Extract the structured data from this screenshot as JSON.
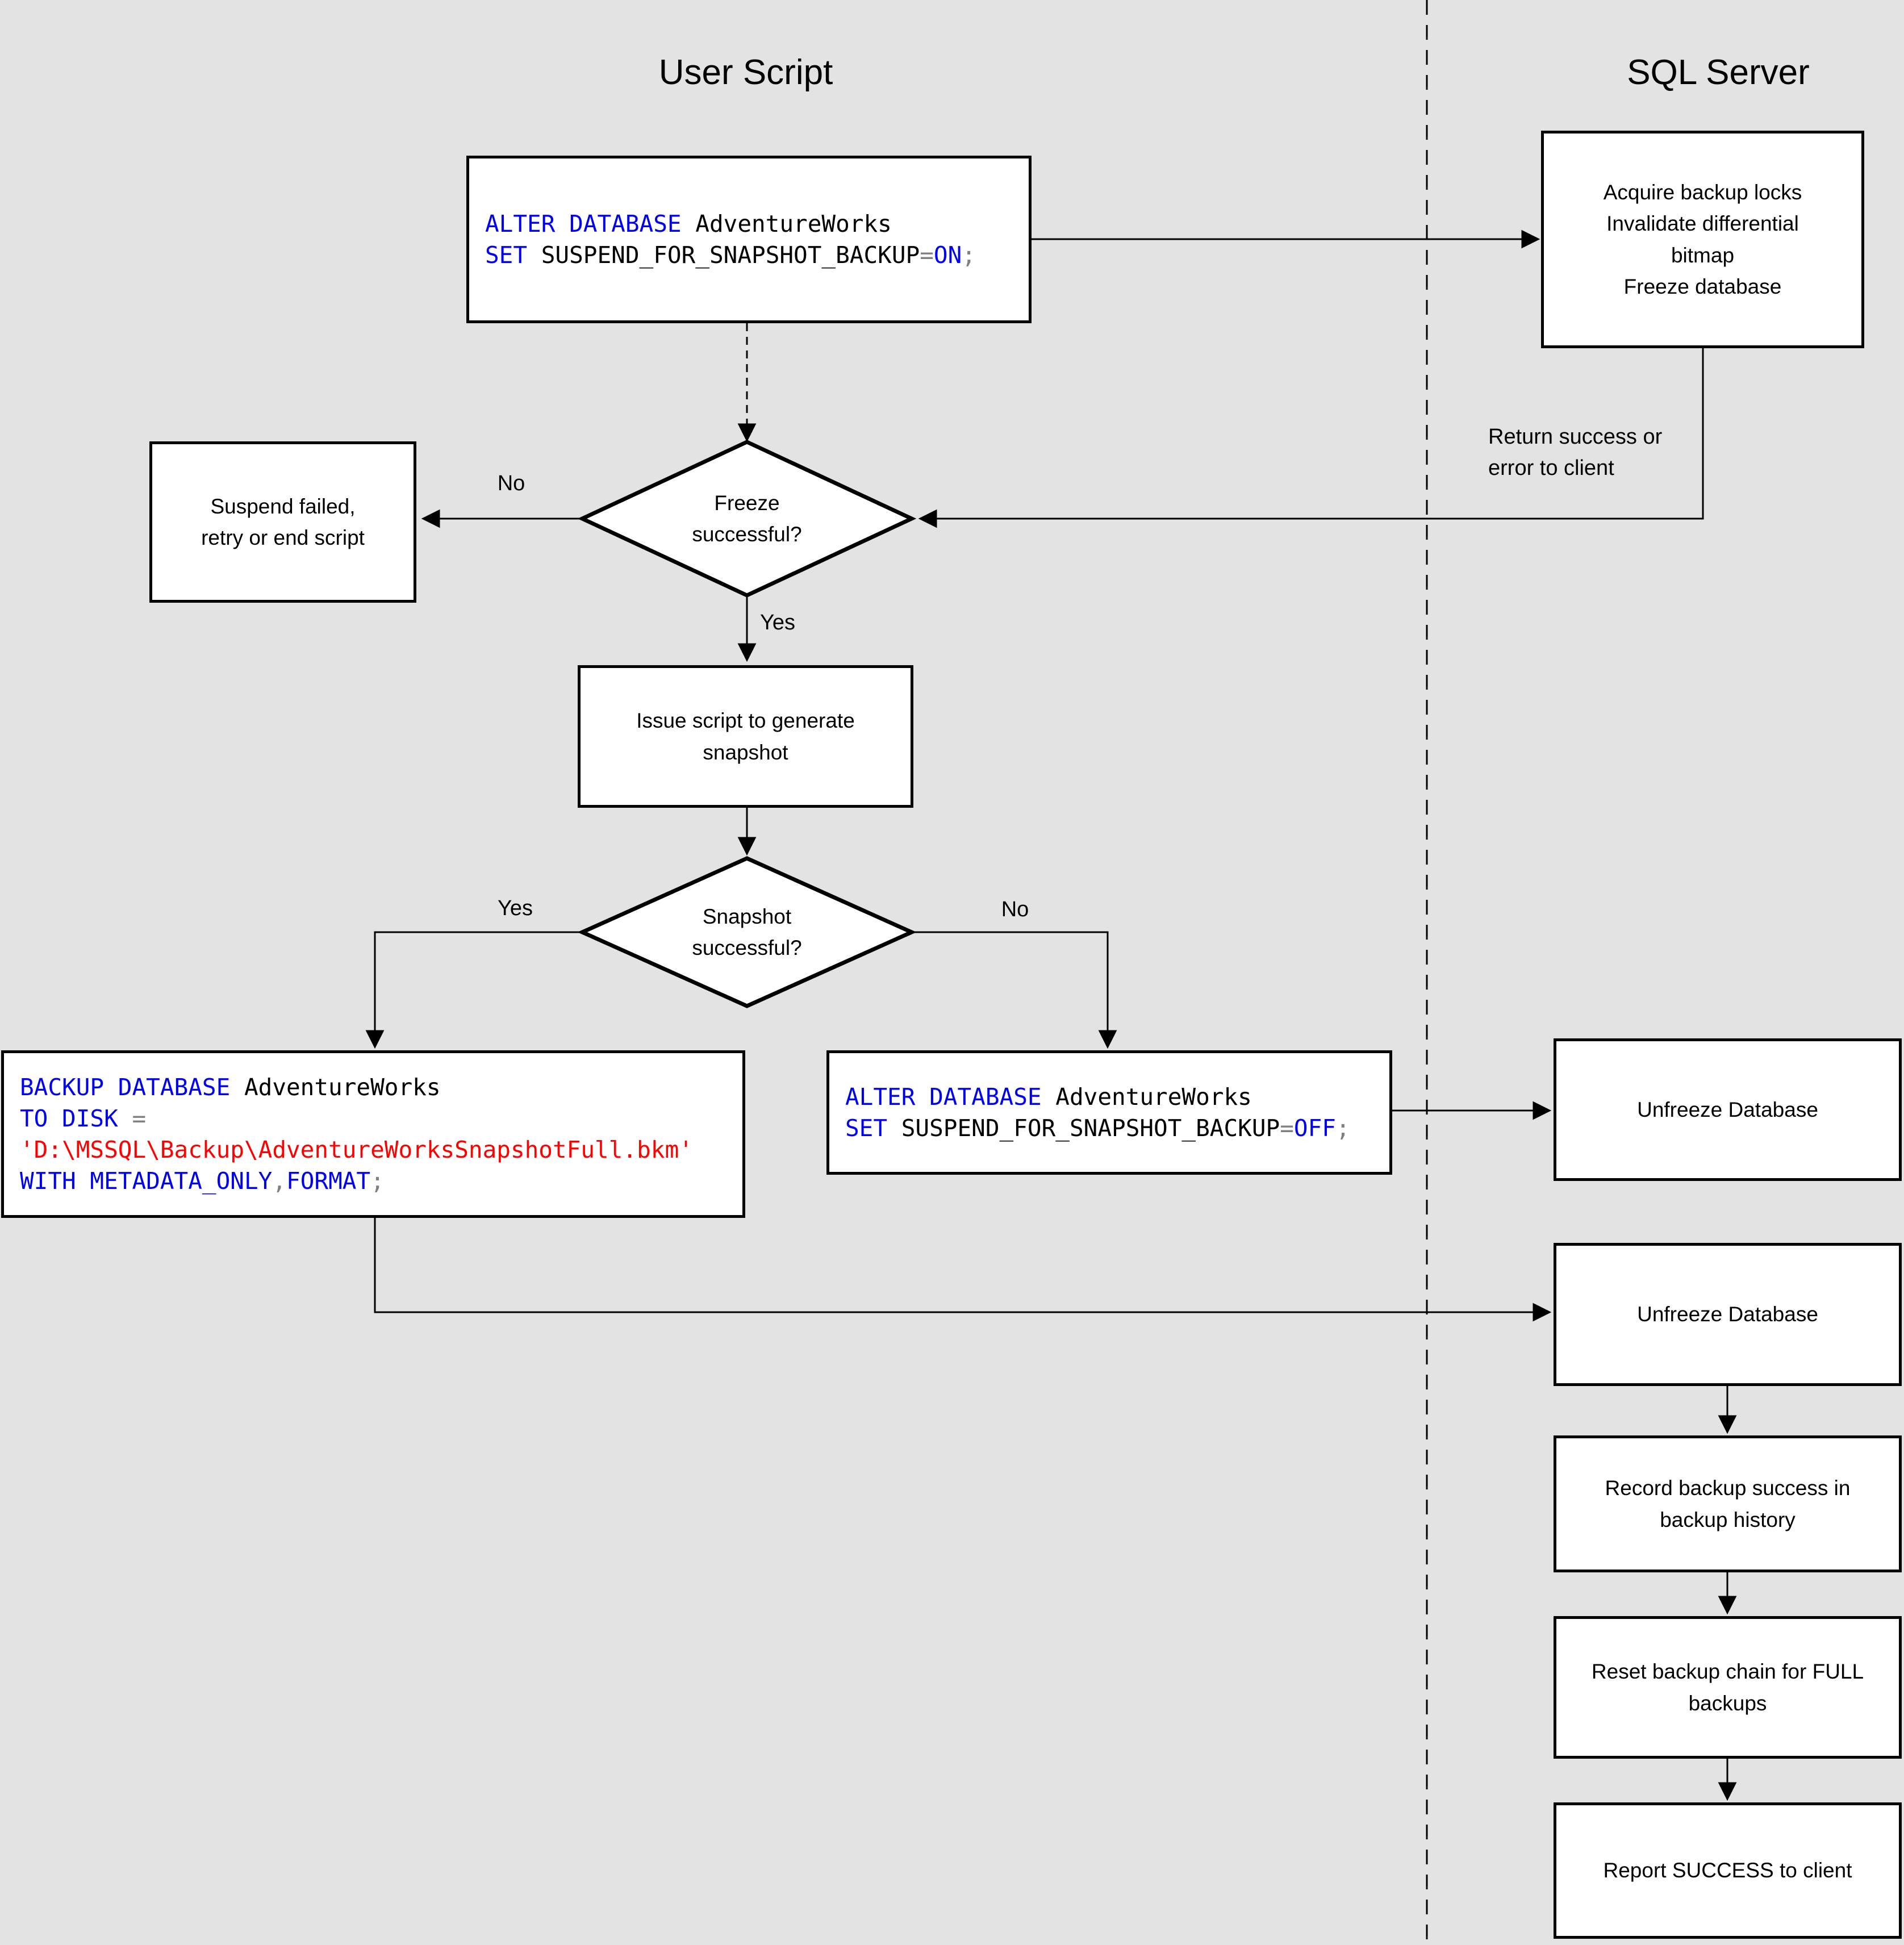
{
  "lanes": {
    "left_title": "User Script",
    "right_title": "SQL Server"
  },
  "edge_labels": {
    "freeze_no": "No",
    "freeze_yes": "Yes",
    "snapshot_yes": "Yes",
    "snapshot_no": "No"
  },
  "annotations": {
    "return_line1": "Return success or",
    "return_line2": "error to client"
  },
  "nodes": {
    "alter_on": {
      "code": {
        "lines": [
          [
            {
              "c": "kw",
              "t": "ALTER DATABASE"
            },
            {
              "c": "id",
              "t": " AdventureWorks"
            }
          ],
          [
            {
              "c": "kw",
              "t": "SET"
            },
            {
              "c": "id",
              "t": " SUSPEND_FOR_SNAPSHOT_BACKUP"
            },
            {
              "c": "op",
              "t": "="
            },
            {
              "c": "kw",
              "t": "ON"
            },
            {
              "c": "op",
              "t": ";"
            }
          ]
        ]
      }
    },
    "acquire": {
      "line1": "Acquire backup locks",
      "line2": "Invalidate differential",
      "line3": "bitmap",
      "line4": "Freeze database"
    },
    "suspend": {
      "line1": "Suspend failed,",
      "line2": "retry or end script"
    },
    "freeze_decision": {
      "line1": "Freeze",
      "line2": "successful?"
    },
    "issue": {
      "line1": "Issue script to generate",
      "line2": "snapshot"
    },
    "snapshot_decision": {
      "line1": "Snapshot",
      "line2": "successful?"
    },
    "backup": {
      "code": {
        "lines": [
          [
            {
              "c": "kw",
              "t": "BACKUP DATABASE"
            },
            {
              "c": "id",
              "t": " AdventureWorks"
            }
          ],
          [
            {
              "c": "kw",
              "t": "TO DISK"
            },
            {
              "c": "id",
              "t": " "
            },
            {
              "c": "op",
              "t": "="
            }
          ],
          [
            {
              "c": "str",
              "t": "'D:\\MSSQL\\Backup\\AdventureWorksSnapshotFull.bkm'"
            }
          ],
          [
            {
              "c": "kw",
              "t": "WITH METADATA_ONLY"
            },
            {
              "c": "op",
              "t": ","
            },
            {
              "c": "kw",
              "t": "FORMAT"
            },
            {
              "c": "op",
              "t": ";"
            }
          ]
        ]
      }
    },
    "alter_off": {
      "code": {
        "lines": [
          [
            {
              "c": "kw",
              "t": "ALTER DATABASE"
            },
            {
              "c": "id",
              "t": " AdventureWorks"
            }
          ],
          [
            {
              "c": "kw",
              "t": "SET"
            },
            {
              "c": "id",
              "t": " SUSPEND_FOR_SNAPSHOT_BACKUP"
            },
            {
              "c": "op",
              "t": "="
            },
            {
              "c": "kw",
              "t": "OFF"
            },
            {
              "c": "op",
              "t": ";"
            }
          ]
        ]
      }
    },
    "unfreeze_1": {
      "label": "Unfreeze Database"
    },
    "unfreeze_2": {
      "label": "Unfreeze Database"
    },
    "record": {
      "line1": "Record backup success in",
      "line2": "backup history"
    },
    "reset": {
      "line1": "Reset backup chain for FULL",
      "line2": "backups"
    },
    "report": {
      "label": "Report SUCCESS to client"
    }
  },
  "colors": {
    "background": "#e3e3e3",
    "box_fill": "#ffffff",
    "line": "#000000",
    "sql_keyword": "#0000f0",
    "sql_identifier": "#000000",
    "sql_operator": "#808080",
    "sql_string": "#ff0000"
  }
}
